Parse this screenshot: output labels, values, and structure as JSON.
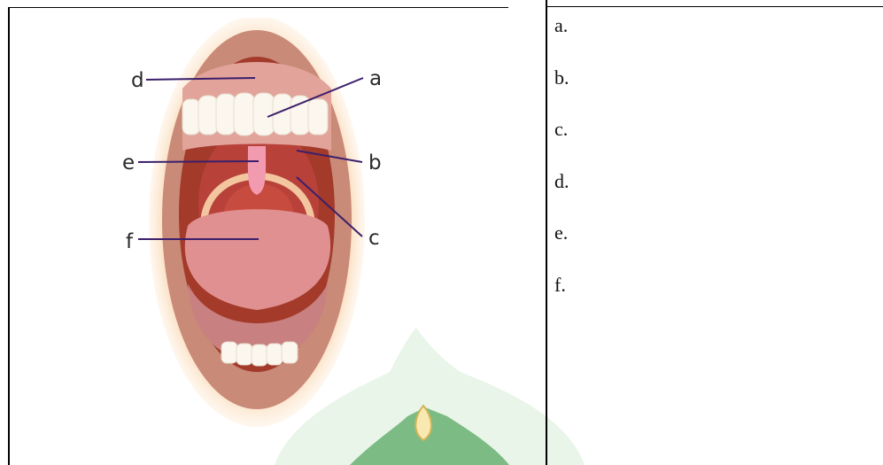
{
  "diagram": {
    "labels": [
      "d",
      "a",
      "e",
      "b",
      "f",
      "c"
    ]
  },
  "answers": [
    "a.",
    "b.",
    "c.",
    "d.",
    "e.",
    "f."
  ],
  "colors": {
    "watermark": "#4ea35a",
    "lips": "#c98a78",
    "gum": "#d98888",
    "tongue": "#e09090",
    "leader_line": "#3b1f6b"
  }
}
